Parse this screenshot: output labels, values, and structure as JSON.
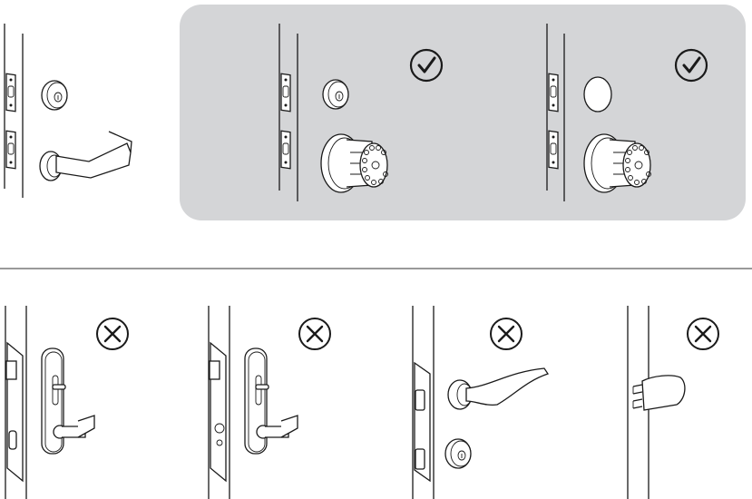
{
  "colors": {
    "compatible_panel": "#d4d5d7",
    "line": "#1a1a1a",
    "background": "#ffffff"
  },
  "icons": {
    "compatible": "check-circle-icon",
    "incompatible": "x-circle-icon"
  },
  "groups": {
    "current_setup": [
      "deadbolt",
      "lever-handle"
    ],
    "compatible": [
      {
        "items": [
          "deadbolt",
          "keypad-knob-lock"
        ],
        "status": "compatible"
      },
      {
        "items": [
          "blank-cover-plate",
          "keypad-knob-lock"
        ],
        "status": "compatible"
      }
    ],
    "incompatible": [
      {
        "items": [
          "mortise-lever-trim-with-thumbturn",
          "two-bolt-strike"
        ],
        "status": "incompatible"
      },
      {
        "items": [
          "mortise-lever-trim-with-thumbturn",
          "single-bolt-strike-with-cylinder"
        ],
        "status": "incompatible"
      },
      {
        "items": [
          "curved-lever-handle",
          "deadbolt"
        ],
        "status": "incompatible"
      },
      {
        "items": [
          "edge-pull-handle"
        ],
        "status": "incompatible"
      }
    ]
  }
}
